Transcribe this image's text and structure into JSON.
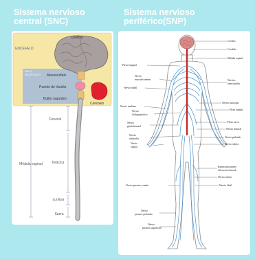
{
  "snc": {
    "title_line1": "Sistema nervioso",
    "title_line2": "central (SNC)",
    "labels": {
      "cerebro": "Cerebro",
      "encefalo": "ENCÉFALO",
      "tallo_line1": "TALLO",
      "tallo_line2": "ENCEFÁLICO",
      "mesencefalo": "Mesencéfalo",
      "puente": "Puente de Varolio",
      "bulbo": "Bulbo raquídeo",
      "cerebelo": "Cerebelo",
      "cervical": "Cervical",
      "medula": "Médula espinal",
      "toracica": "Torácica",
      "lumbar": "Lumbar",
      "sacra": "Sacra"
    }
  },
  "snp": {
    "title_line1": "Sistema nervioso",
    "title_line2": "periférico(SNP)",
    "labels": {
      "cerebro": "Cerebro",
      "cerebelo": "Cerebelo",
      "medula": "Médula espinal",
      "plexo_braquial": "Plexo braquial",
      "musculocutaneo_line1": "Nervio",
      "musculocutaneo_line2": "musculocutáneo",
      "radial": "Nervio radial",
      "intercostales_line1": "Nervios",
      "intercostales_line2": "intercostales",
      "mediano": "Nervio mediano",
      "subcostal": "Nervio subcostal",
      "iliohipogastrico_line1": "Nervio",
      "iliohipogastrico_line2": "iliohipogástrico",
      "plexo_lumbar": "Plexo lumbar",
      "genitofemoral_line1": "Nervio",
      "genitofemoral_line2": "genitofemoral",
      "plexo_sacro": "Plexo sacro",
      "femoral": "Nervio femoral",
      "obturador_line1": "Nervio",
      "obturador_line2": "obturador",
      "pudendo": "Nervio pudendo",
      "cubital_line1": "Nervio",
      "cubital_line2": "cubital",
      "ciatico": "Nervio ciático",
      "ramas_line1": "Ramas musculares",
      "ramas_line2": "del nervio femoral",
      "safeno": "Nervio safeno",
      "peroneo_comun": "Nervio peroneo común",
      "tibial": "Nervio tibial",
      "peroneo_profundo_line1": "Nervio",
      "peroneo_profundo_line2": "peroneo profundo",
      "peroneo_superficial_line1": "Nervio",
      "peroneo_superficial_line2": "peroneo superficial"
    }
  },
  "colors": {
    "background": "#aee8ef",
    "title": "#ffffff",
    "encefalo_box": "#f6e7a6",
    "tallo_box": "#a9bcd8",
    "brain": "#a7a09f",
    "cerebelo": "#e2202d",
    "nerve": "#4b93cf",
    "spinal_cord": "#c0282a",
    "body_outline": "#8a8a8a"
  }
}
